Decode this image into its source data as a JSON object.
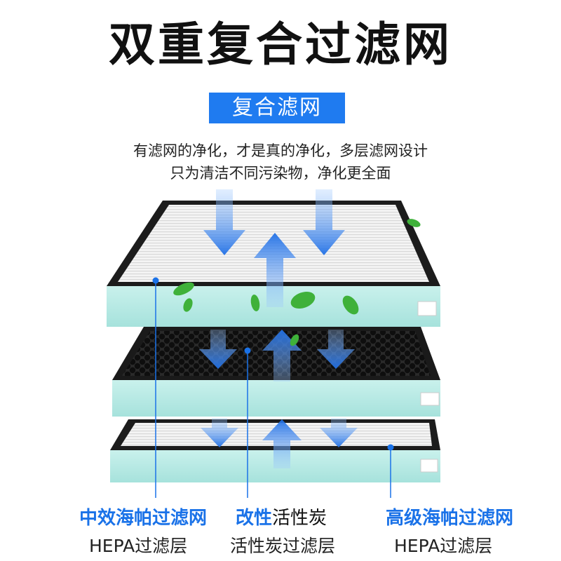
{
  "title": "双重复合过滤网",
  "badge": "复合滤网",
  "description": {
    "line1": "有滤网的净化，才是真的净化，多层滤网设计",
    "line2": "只为清洁不同污染物，净化更全面"
  },
  "layers": [
    {
      "name_blue": "中效海帕过滤网",
      "name_black": "",
      "subtitle": "HEPA过滤层"
    },
    {
      "name_blue": "改性",
      "name_black": "活性炭",
      "subtitle": "活性炭过滤层"
    },
    {
      "name_blue": "高级海帕过滤网",
      "name_black": "",
      "subtitle": "HEPA过滤层"
    }
  ],
  "colors": {
    "accent_blue": "#1f7bf0",
    "frame_mint": "#b9ebe6",
    "gasket_black": "#1c1c1c",
    "leaf_green": "#3fb13a"
  }
}
